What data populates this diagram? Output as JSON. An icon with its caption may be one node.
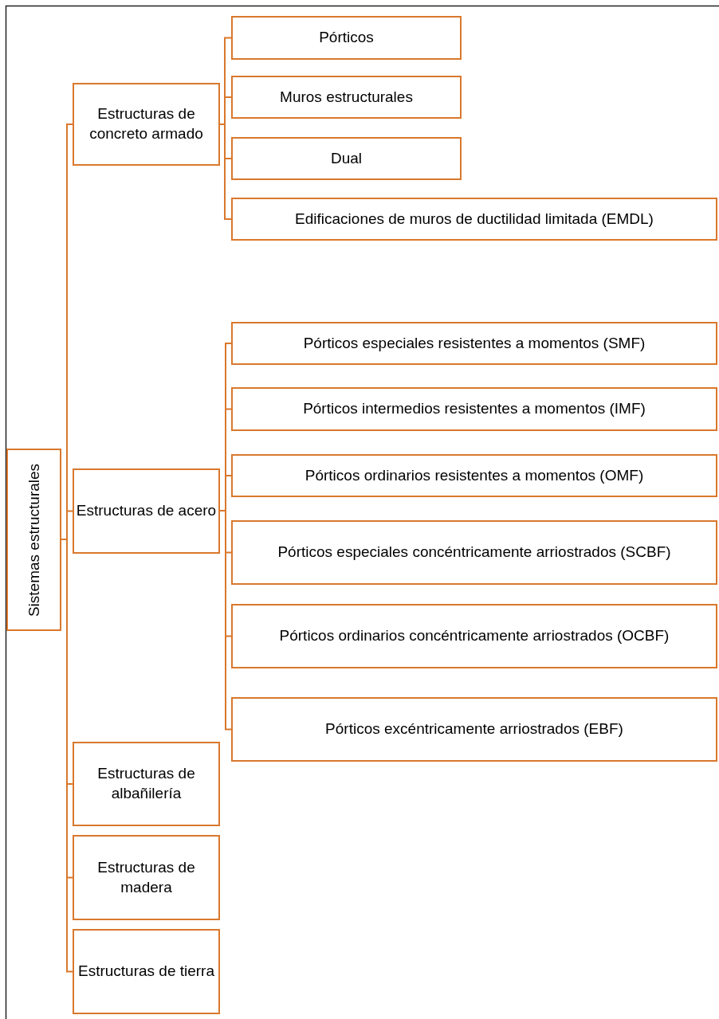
{
  "diagram": {
    "nodes": [
      {
        "text": [
          "Sistemas estructurales"
        ]
      },
      {
        "text": [
          "Estructuras de concreto armado"
        ]
      },
      {
        "text": [
          "Pórticos"
        ]
      },
      {
        "text": [
          "Muros estructurales"
        ]
      },
      {
        "text": [
          "Dual"
        ]
      },
      {
        "text": [
          "Edificaciones de muros de ductilidad limitada (EMDL)"
        ]
      },
      {
        "text": [
          "Estructuras de acero"
        ]
      },
      {
        "text": [
          "Pórticos especiales resistentes a momentos (SMF)"
        ]
      },
      {
        "text": [
          "Pórticos intermedios resistentes a momentos (IMF)"
        ]
      },
      {
        "text": [
          "Pórticos ordinarios resistentes a momentos (OMF)"
        ]
      },
      {
        "text": [
          "Pórticos especiales concéntricamente arriostrados (SCBF)"
        ]
      },
      {
        "text": [
          "Pórticos ordinarios concéntricamente arriostrados (OCBF)"
        ]
      },
      {
        "text": [
          "Pórticos excéntricamente arriostrados (EBF)"
        ]
      },
      {
        "text": [
          "Estructuras de albañilería"
        ]
      },
      {
        "text": [
          "Estructuras de madera"
        ]
      },
      {
        "text": [
          "Estructuras de tierra"
        ]
      }
    ],
    "edges": [
      {
        "from": 0,
        "to": 1,
        "arrow": "none"
      },
      {
        "from": 0,
        "to": 6,
        "arrow": "none"
      },
      {
        "from": 0,
        "to": 13,
        "arrow": "none"
      },
      {
        "from": 0,
        "to": 14,
        "arrow": "none"
      },
      {
        "from": 0,
        "to": 15,
        "arrow": "none"
      },
      {
        "from": 1,
        "to": 2,
        "arrow": "none"
      },
      {
        "from": 1,
        "to": 3,
        "arrow": "none"
      },
      {
        "from": 1,
        "to": 4,
        "arrow": "none"
      },
      {
        "from": 1,
        "to": 5,
        "arrow": "none"
      },
      {
        "from": 6,
        "to": 7,
        "arrow": "none"
      },
      {
        "from": 6,
        "to": 8,
        "arrow": "none"
      },
      {
        "from": 6,
        "to": 9,
        "arrow": "none"
      },
      {
        "from": 6,
        "to": 10,
        "arrow": "none"
      },
      {
        "from": 6,
        "to": 11,
        "arrow": "none"
      },
      {
        "from": 6,
        "to": 12,
        "arrow": "none"
      }
    ]
  }
}
